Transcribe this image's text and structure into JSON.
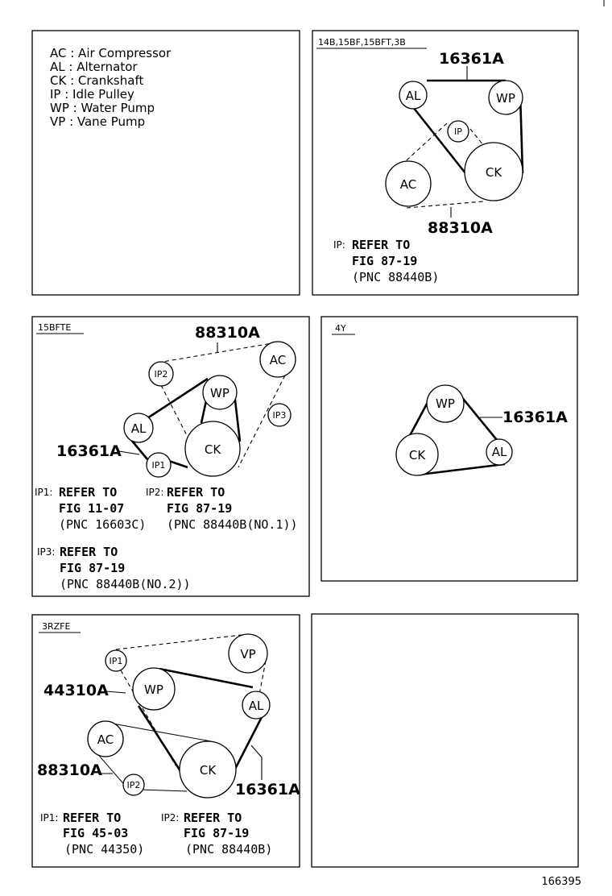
{
  "legend": {
    "items": [
      "AC : Air Compressor",
      "AL : Alternator",
      "CK : Crankshaft",
      "IP : Idle Pulley",
      "WP : Water Pump",
      "VP : Vane Pump"
    ]
  },
  "panel_14b": {
    "engine_tag": "14B,15BF,15BFT,3B",
    "pulleys": {
      "al": "AL",
      "wp": "WP",
      "ip": "IP",
      "ac": "AC",
      "ck": "CK"
    },
    "parts": {
      "belt_main": "16361A",
      "belt_ac": "88310A"
    },
    "note": {
      "prefix": "IP:",
      "line1": "REFER TO",
      "line2": "FIG 87-19",
      "line3": "(PNC 88440B)"
    }
  },
  "panel_15bfte": {
    "engine_tag": "15BFTE",
    "pulleys": {
      "ac": "AC",
      "ip2": "IP2",
      "wp": "WP",
      "ip3": "IP3",
      "al": "AL",
      "ck": "CK",
      "ip1": "IP1"
    },
    "parts": {
      "belt_ac": "88310A",
      "belt_main": "16361A"
    },
    "note_ip1": {
      "prefix": "IP1:",
      "line1": "REFER TO",
      "line2": "FIG 11-07",
      "line3": "(PNC 16603C)"
    },
    "note_ip2": {
      "prefix": "IP2:",
      "line1": "REFER TO",
      "line2": "FIG 87-19",
      "line3": "(PNC 88440B(NO.1))"
    },
    "note_ip3": {
      "prefix": "IP3:",
      "line1": "REFER TO",
      "line2": "FIG 87-19",
      "line3": "(PNC 88440B(NO.2))"
    }
  },
  "panel_4y": {
    "engine_tag": "4Y",
    "pulleys": {
      "wp": "WP",
      "ck": "CK",
      "al": "AL"
    },
    "parts": {
      "belt_main": "16361A"
    }
  },
  "panel_3rzfe": {
    "engine_tag": "3RZFE",
    "pulleys": {
      "ip1": "IP1",
      "vp": "VP",
      "wp": "WP",
      "al": "AL",
      "ac": "AC",
      "ck": "CK",
      "ip2": "IP2"
    },
    "parts": {
      "belt_vp": "44310A",
      "belt_ac": "88310A",
      "belt_main": "16361A"
    },
    "note_ip1": {
      "prefix": "IP1:",
      "line1": "REFER TO",
      "line2": "FIG 45-03",
      "line3": "(PNC 44350)"
    },
    "note_ip2": {
      "prefix": "IP2:",
      "line1": "REFER TO",
      "line2": "FIG 87-19",
      "line3": "(PNC 88440B)"
    }
  },
  "figure_number": "166395"
}
